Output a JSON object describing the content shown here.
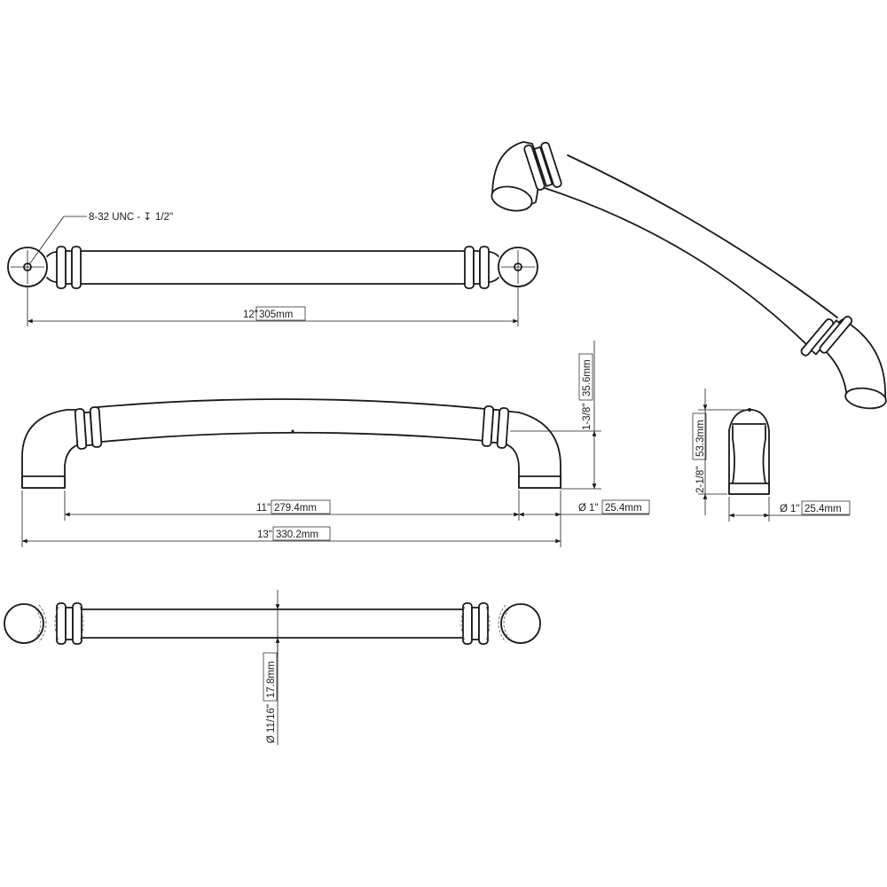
{
  "thread_note": {
    "spec": "8-32 UNC - ",
    "depth_symbol": "↧",
    "depth": "1/2\""
  },
  "dimensions": {
    "center_to_center": {
      "imperial": "12\"",
      "metric": "305mm"
    },
    "height": {
      "imperial": "1-3/8\"",
      "metric": "35.6mm"
    },
    "inner_length": {
      "imperial": "11\"",
      "metric": "279.4mm"
    },
    "overall_length": {
      "imperial": "13\"",
      "metric": "330.2mm"
    },
    "foot_diameter": {
      "symbol": "Ø",
      "imperial": "1\"",
      "metric": "25.4mm"
    },
    "projection": {
      "imperial": "2-1/8\"",
      "metric": "53.3mm"
    },
    "side_foot_diameter": {
      "symbol": "Ø",
      "imperial": "1\"",
      "metric": "25.4mm"
    },
    "bar_diameter": {
      "symbol": "Ø",
      "imperial": "11/16\"",
      "metric": "17.8mm"
    }
  }
}
